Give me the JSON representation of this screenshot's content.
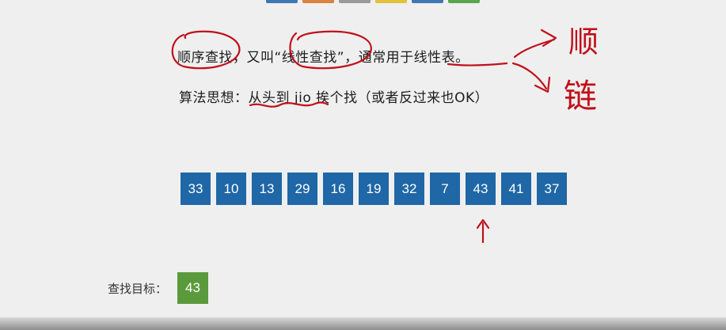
{
  "colors": {
    "cell_blue": "#1f67a6",
    "target_green": "#5a9a3c",
    "annotation_red": "#c0101a",
    "swatches": [
      "#3f78b0",
      "#d9833e",
      "#9a9a9a",
      "#e2c13b",
      "#3f78b0",
      "#5aa54c"
    ]
  },
  "slide": {
    "line1": "顺序查找，又叫“线性查找”，通常用于线性表。",
    "line2": "算法思想：从头到 jio 挨个找（或者反过来也OK）"
  },
  "array": {
    "values": [
      "33",
      "10",
      "13",
      "29",
      "16",
      "19",
      "32",
      "7",
      "43",
      "41",
      "37"
    ],
    "pointer_index": 8
  },
  "target": {
    "label": "查找目标：",
    "value": "43"
  },
  "annotations": {
    "handwritten_right_top": "顺",
    "handwritten_right_bottom": "链"
  }
}
